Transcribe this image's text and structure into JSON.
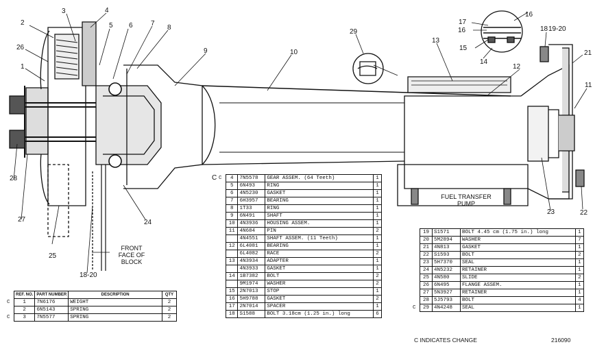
{
  "callouts": [
    "1",
    "2",
    "3",
    "4",
    "5",
    "6",
    "7",
    "8",
    "9",
    "10",
    "11",
    "12",
    "13",
    "14",
    "15",
    "16",
    "16",
    "17",
    "18",
    "19-20",
    "21",
    "22",
    "23",
    "24",
    "25",
    "26",
    "27",
    "28",
    "29",
    "18-20",
    "C"
  ],
  "labels": {
    "fuel_transfer_pump": "FUEL TRANSFER PUMP",
    "front_face_of_block": "FRONT FACE OF BLOCK"
  },
  "table_left": {
    "headers": [
      "REF. NO.",
      "PART NUMBER",
      "DESCRIPTION",
      "QTY"
    ],
    "rows": [
      {
        "ch": "C",
        "ref": "1",
        "part": "7N6176",
        "desc": "WEIGHT",
        "qty": "2"
      },
      {
        "ch": "",
        "ref": "2",
        "part": "6N5143",
        "desc": "SPRING",
        "qty": "2"
      },
      {
        "ch": "C",
        "ref": "3",
        "part": "7N5577",
        "desc": "SPRING",
        "qty": "2"
      }
    ]
  },
  "table_mid": {
    "rows": [
      {
        "ch": "C",
        "ref": "4",
        "part": "7N5578",
        "desc": "GEAR ASSEM. (64 Teeth)",
        "qty": "1"
      },
      {
        "ch": "",
        "ref": "5",
        "part": "6N493",
        "desc": "RING",
        "qty": "1"
      },
      {
        "ch": "",
        "ref": "6",
        "part": "4N5230",
        "desc": "GASKET",
        "qty": "1"
      },
      {
        "ch": "",
        "ref": "7",
        "part": "6H3957",
        "desc": "BEARING",
        "qty": "1"
      },
      {
        "ch": "",
        "ref": "8",
        "part": "1T33",
        "desc": "RING",
        "qty": "1"
      },
      {
        "ch": "",
        "ref": "9",
        "part": "6N491",
        "desc": "SHAFT",
        "qty": "1"
      },
      {
        "ch": "",
        "ref": "10",
        "part": "4N3936",
        "desc": "HOUSING ASSEM.",
        "qty": "1"
      },
      {
        "ch": "",
        "ref": "11",
        "part": "4N684",
        "desc": "PIN",
        "qty": "2"
      },
      {
        "ch": "",
        "ref": "",
        "part": "4N4551",
        "desc": "SHAFT ASSEM. (11 Teeth)",
        "qty": "1"
      },
      {
        "ch": "",
        "ref": "12",
        "part": "6L4081",
        "desc": "BEARING",
        "qty": "1"
      },
      {
        "ch": "",
        "ref": "",
        "part": "6L4082",
        "desc": "RACE",
        "qty": "2"
      },
      {
        "ch": "",
        "ref": "13",
        "part": "4N3934",
        "desc": "ADAPTER",
        "qty": "1"
      },
      {
        "ch": "",
        "ref": "",
        "part": "4N3933",
        "desc": "GASKET",
        "qty": "1"
      },
      {
        "ch": "",
        "ref": "14",
        "part": "1B7382",
        "desc": "BOLT",
        "qty": "2"
      },
      {
        "ch": "",
        "ref": "",
        "part": "9M1974",
        "desc": "WASHER",
        "qty": "2"
      },
      {
        "ch": "",
        "ref": "15",
        "part": "2N7013",
        "desc": "STOP",
        "qty": "1"
      },
      {
        "ch": "",
        "ref": "16",
        "part": "5H9788",
        "desc": "GASKET",
        "qty": "2"
      },
      {
        "ch": "",
        "ref": "17",
        "part": "2N7014",
        "desc": "SPACER",
        "qty": "1"
      },
      {
        "ch": "",
        "ref": "18",
        "part": "S1588",
        "desc": "BOLT 3.18cm (1.25 in.) long",
        "qty": "6"
      }
    ]
  },
  "table_right": {
    "rows": [
      {
        "ch": "",
        "ref": "19",
        "part": "S1571",
        "desc": "BOLT 4.45 cm (1.75 in.) long",
        "qty": "1"
      },
      {
        "ch": "",
        "ref": "20",
        "part": "5M2894",
        "desc": "WASHER",
        "qty": "7"
      },
      {
        "ch": "",
        "ref": "21",
        "part": "4N813",
        "desc": "GASKET",
        "qty": "1"
      },
      {
        "ch": "",
        "ref": "22",
        "part": "S1593",
        "desc": "BOLT",
        "qty": "2"
      },
      {
        "ch": "",
        "ref": "23",
        "part": "5H7370",
        "desc": "SEAL",
        "qty": "1"
      },
      {
        "ch": "",
        "ref": "24",
        "part": "4N5232",
        "desc": "RETAINER",
        "qty": "1"
      },
      {
        "ch": "",
        "ref": "25",
        "part": "4N580",
        "desc": "SLIDE",
        "qty": "2"
      },
      {
        "ch": "",
        "ref": "26",
        "part": "6N495",
        "desc": "FLANGE ASSEM.",
        "qty": "1"
      },
      {
        "ch": "",
        "ref": "27",
        "part": "5N3927",
        "desc": "RETAINER",
        "qty": "1"
      },
      {
        "ch": "",
        "ref": "28",
        "part": "5J5793",
        "desc": "BOLT",
        "qty": "4"
      },
      {
        "ch": "C",
        "ref": "29",
        "part": "4N4248",
        "desc": "SEAL",
        "qty": "1"
      }
    ]
  },
  "footer": {
    "indicates_change": "C INDICATES CHANGE",
    "figure_number": "216090"
  }
}
